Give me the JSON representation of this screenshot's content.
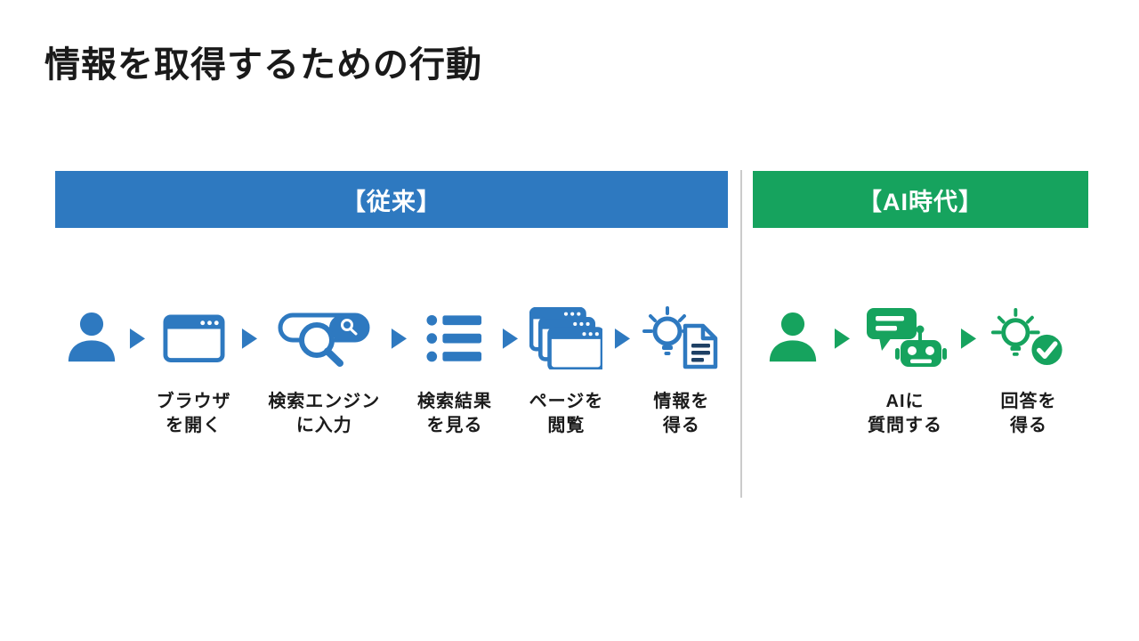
{
  "title": "情報を取得するための行動",
  "colors": {
    "traditional_accent": "#2E79C0",
    "ai_accent": "#16A35E",
    "header_text": "#FFFFFF",
    "title_text": "#1A1A1A",
    "label_text": "#1B1B1B",
    "divider": "#CBCBCB",
    "document_line": "#1E4064"
  },
  "sections": {
    "traditional": {
      "header": "【従来】",
      "steps": [
        {
          "icon": "person-icon"
        },
        {
          "icon": "browser-icon",
          "label_line1": "ブラウザ",
          "label_line2": "を開く"
        },
        {
          "icon": "search-engine-icon",
          "label_line1": "検索エンジン",
          "label_line2": "に入力"
        },
        {
          "icon": "list-icon",
          "label_line1": "検索結果",
          "label_line2": "を見る"
        },
        {
          "icon": "pages-icon",
          "label_line1": "ページを",
          "label_line2": "閲覧"
        },
        {
          "icon": "bulb-document-icon",
          "label_line1": "情報を",
          "label_line2": "得る"
        }
      ]
    },
    "ai": {
      "header": "【AI時代】",
      "steps": [
        {
          "icon": "person-icon"
        },
        {
          "icon": "chat-robot-icon",
          "label_line1": "AIに",
          "label_line2": "質問する"
        },
        {
          "icon": "bulb-check-icon",
          "label_line1": "回答を",
          "label_line2": "得る"
        }
      ]
    }
  }
}
